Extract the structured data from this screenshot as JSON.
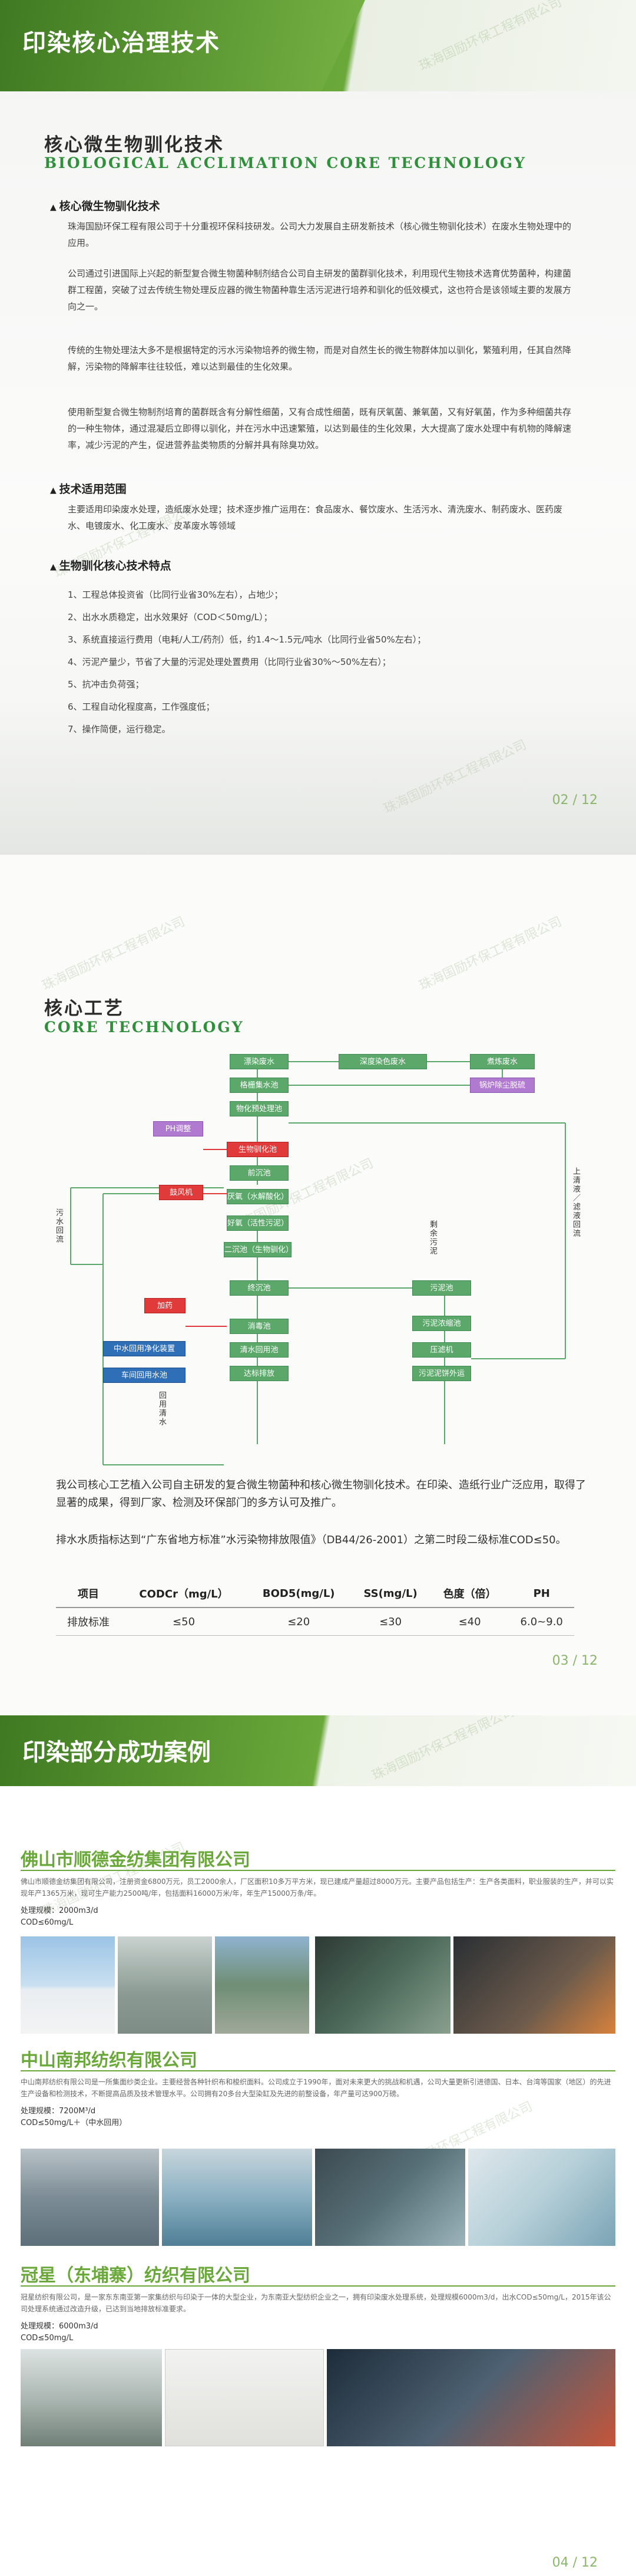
{
  "page1": {
    "header_title": "印染核心治理技术",
    "section_title_cn": "核心微生物驯化技术",
    "section_title_en": "BIOLOGICAL ACCLIMATION CORE TECHNOLOGY",
    "bullet1_title": "核心微生物驯化技术",
    "paragraphs": [
      "珠海国励环保工程有限公司于十分重视环保科技研发。公司大力发展自主研发新技术（核心微生物驯化技术）在废水生物处理中的应用。",
      "公司通过引进国际上兴起的新型复合微生物菌种制剂结合公司自主研发的菌群驯化技术，利用现代生物技术选育优势菌种，构建菌群工程菌，突破了过去传统生物处理反应器的微生物菌种靠生活污泥进行培养和驯化的低效模式，这也符合是该领域主要的发展方向之一。",
      "传统的生物处理法大多不是根据特定的污水污染物培养的微生物，而是对自然生长的微生物群体加以驯化，繁殖利用，任其自然降解，污染物的降解率往往较低，难以达到最佳的生化效果。",
      "使用新型复合微生物制剂培育的菌群既含有分解性细菌，又有合成性细菌，既有厌氧菌、兼氧菌，又有好氧菌，作为多种细菌共存的一种生物体，通过混凝后立即得以驯化，并在污水中迅速繁殖，以达到最佳的生化效果，大大提高了废水处理中有机物的降解速率，减少污泥的产生，促进营养盐类物质的分解并具有除臭功效。"
    ],
    "bullet2_title": "技术适用范围",
    "scope_text": "主要适用印染废水处理，造纸废水处理；技术逐步推广运用在：食品废水、餐饮废水、生活污水、清洗废水、制药废水、医药废水、电镀废水、化工废水、皮革废水等领域",
    "bullet3_title": "生物驯化核心技术特点",
    "features": [
      "1、工程总体投资省（比同行业省30%左右），占地少；",
      "2、出水水质稳定，出水效果好（COD＜50mg/L）；",
      "3、系统直接运行费用（电耗/人工/药剂）低，约1.4～1.5元/吨水（比同行业省50%左右）；",
      "4、污泥产量少，节省了大量的污泥处理处置费用（比同行业省30%～50%左右）；",
      "5、抗冲击负荷强；",
      "6、工程自动化程度高，工作强度低；",
      "7、操作简便，运行稳定。"
    ],
    "page_number": "02 / 12"
  },
  "page2": {
    "section_title_cn": "核心工艺",
    "section_title_en": "CORE TECHNOLOGY",
    "flow": {
      "top_row": [
        "漂染废水",
        "深度染色废水",
        "煮炼废水"
      ],
      "grid_tank": "格栅集水池",
      "alkali": "锅炉除尘脱硫",
      "physchem": "物化预处理池",
      "ph": "PH调整",
      "bio": "生物驯化池",
      "blower": "鼓风机",
      "anoxic_pre": "前沉池",
      "anaerobic": "厌氧（水解酸化）",
      "aerobic": "好氧（活性污泥）",
      "second_settle": "二沉池（生物驯化）",
      "dosing": "加药",
      "final_settle": "终沉池",
      "disinfect": "消毒池",
      "clear_tank": "清水回用池",
      "discharge": "达标排放",
      "reuse_device": "中水回用净化装置",
      "reuse_pool": "车间回用水池",
      "sludge_pool": "污泥池",
      "sludge_thick": "污泥浓缩池",
      "filter_press": "压滤机",
      "sludge_out": "污泥泥饼外运",
      "label_reflux": "污水回流",
      "label_reuse": "回用清水",
      "label_residual": "剩余污泥",
      "label_supernatant": "上清液／滤液回流"
    },
    "intro1": "我公司核心工艺植入公司自主研发的复合微生物菌种和核心微生物驯化技术。在印染、造纸行业广泛应用，取得了显著的成果，得到厂家、检测及环保部门的多方认可及推广。",
    "intro2": "排水水质指标达到“广东省地方标准”水污染物排放限值》（DB44/26-2001）之第二时段二级标准COD≤50。",
    "table_headers": [
      "项目",
      "CODCr（mg/L）",
      "BOD5(mg/L)",
      "SS(mg/L)",
      "色度（倍）",
      "PH"
    ],
    "table_row": [
      "排放标准",
      "≤50",
      "≤20",
      "≤30",
      "≤40",
      "6.0~9.0"
    ],
    "page_number": "03 / 12"
  },
  "page3": {
    "header_title": "印染部分成功案例",
    "cases": [
      {
        "company": "佛山市顺德金纺集团有限公司",
        "desc": "佛山市顺德金纺集团有限公司，注册资金6800万元，员工2000余人，厂区面积10多万平方米，现已建成产量超过8000万元。主要产品包括生产：生产各类面料，职业服装的生产，并可以实现年产1365万米，现可生产能力2500吨/年，包括面料16000万米/年，年生产15000万条/年。",
        "scale_label": "处理规模：2000m3/d",
        "cod_label": "COD≤60mg/L"
      },
      {
        "company": "中山南邦纺织有限公司",
        "desc": "中山南邦纺织有限公司是一所集面纱类企业。主要经营各种针织布和梭织面料。公司成立于1990年，面对未来更大的挑战和机遇，公司大量更新引进德国、日本、台湾等国家（地区）的先进生产设备和检测技术，不断提高品质及技术管理水平。公司拥有20多台大型染缸及先进的前整设备，年产量可达900万磅。",
        "scale_label": "处理规模：7200M³/d",
        "cod_label": "COD≤50mg/L＋（中水回用）"
      },
      {
        "company": "冠星（东埔寨）纺织有限公司",
        "desc": "冠星纺织有限公司，是一家东东南亚第一家集纺织与印染于一体的大型企业，为东南亚大型纺织企业之一，拥有印染废水处理系统，处理规模6000m3/d，出水COD≤50mg/L，2015年该公司处理系统通过改造升级，已达到当地排放标准要求。",
        "scale_label": "处理规模：6000m3/d",
        "cod_label": "COD≤50mg/L"
      }
    ],
    "page_number": "04 / 12"
  },
  "watermark_text": "珠海国励环保工程有限公司",
  "colors": {
    "brand_green": "#6aa83a",
    "flow_green": "#5ba86a",
    "accent_red": "#e03a3a",
    "accent_blue": "#2f6fb8"
  }
}
